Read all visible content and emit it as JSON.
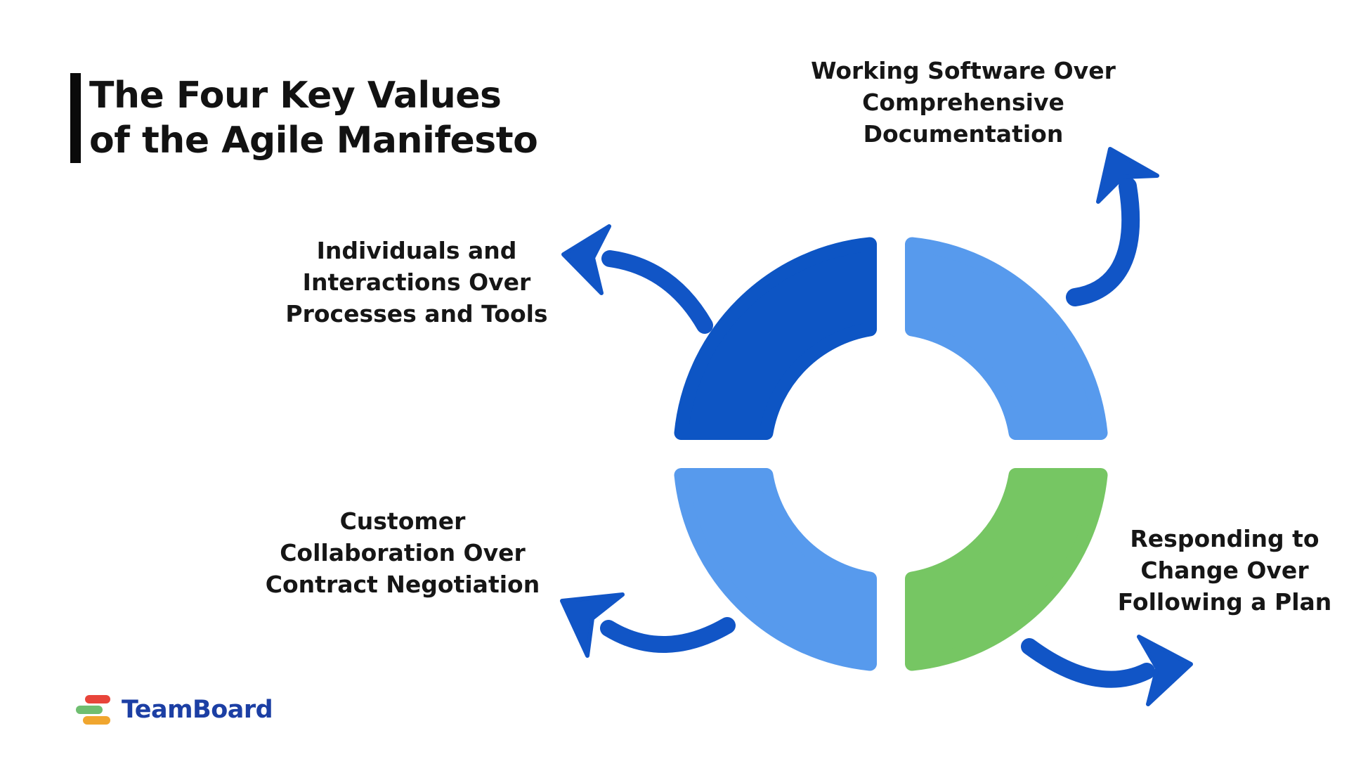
{
  "title": {
    "text": "The Four Key Values\nof the Agile Manifesto"
  },
  "diagram": {
    "arrow_color": "#1155c6",
    "segments": [
      {
        "position": "top-left",
        "color": "#0d55c4",
        "label": "Individuals and\nInteractions Over\nProcesses and Tools"
      },
      {
        "position": "top-right",
        "color": "#579aed",
        "label": "Working Software Over\nComprehensive\nDocumentation"
      },
      {
        "position": "bottom-left",
        "color": "#579aed",
        "label": "Customer\nCollaboration Over\nContract Negotiation"
      },
      {
        "position": "bottom-right",
        "color": "#76c663",
        "label": "Responding to\nChange Over\nFollowing a Plan"
      }
    ]
  },
  "logo": {
    "text": "TeamBoard",
    "text_color": "#1c3fa4",
    "bars": [
      {
        "color": "#e8443a"
      },
      {
        "color": "#6fbe70"
      },
      {
        "color": "#f0a62f"
      }
    ]
  }
}
